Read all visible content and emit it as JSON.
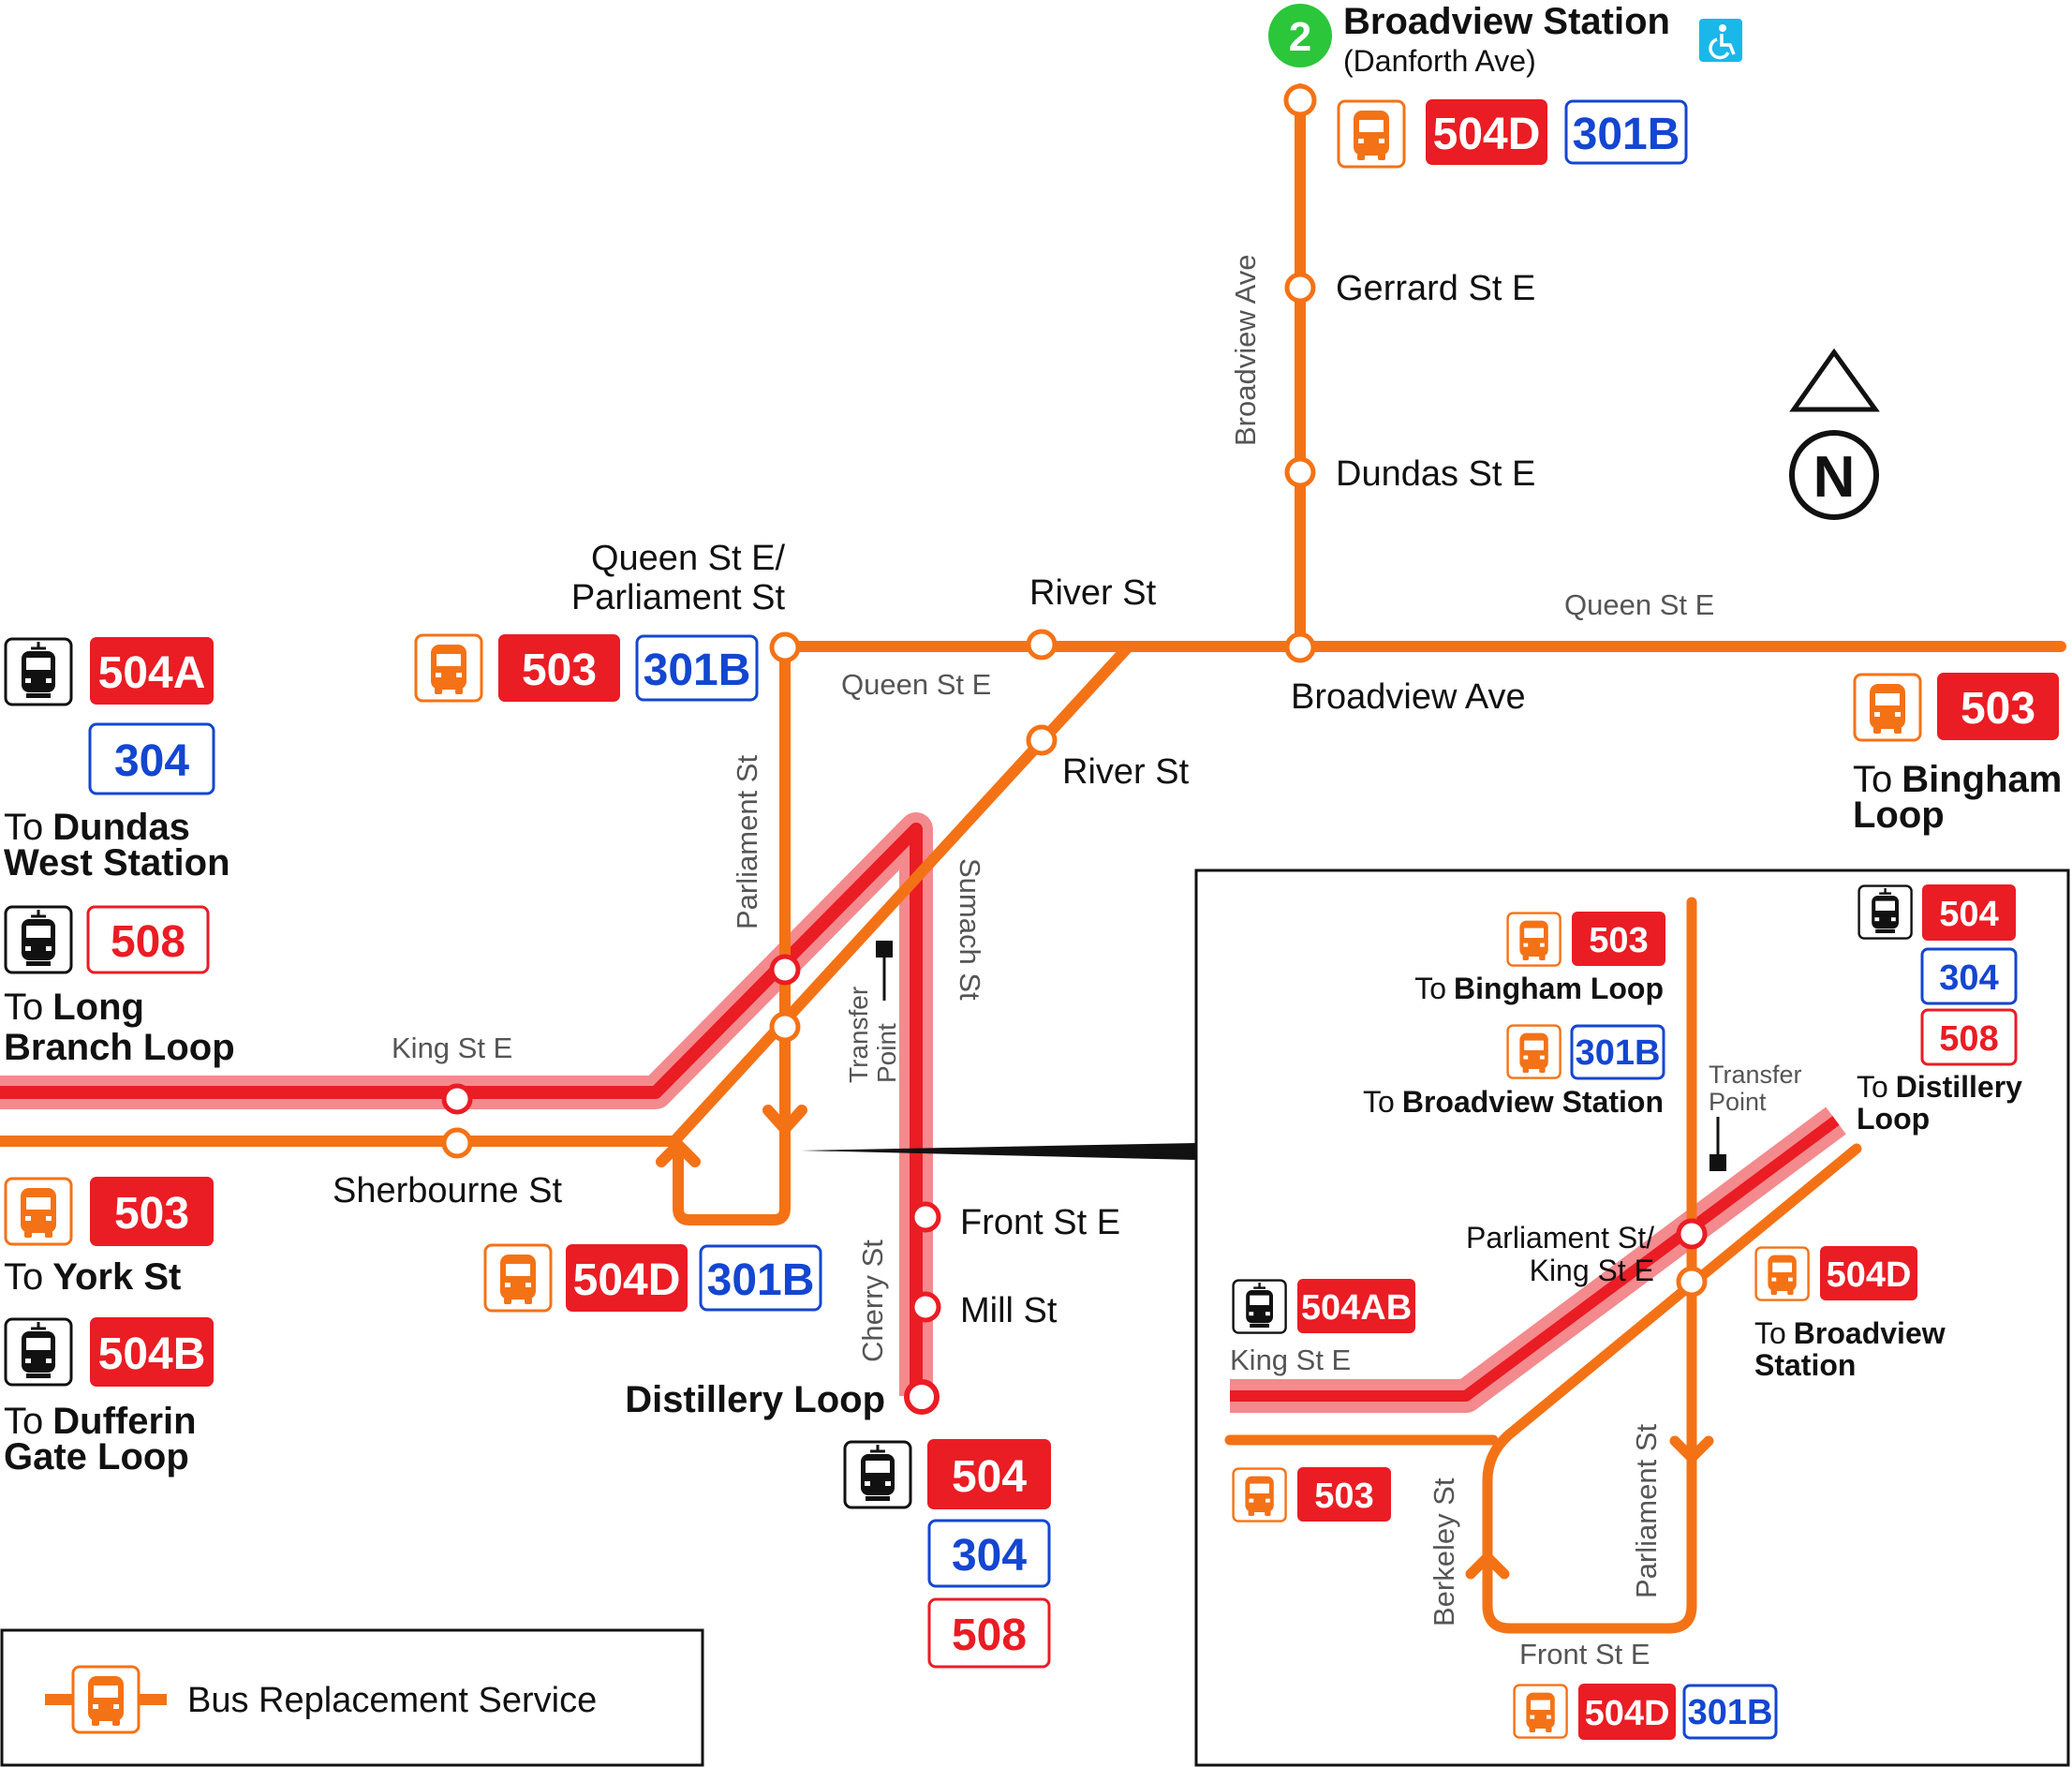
{
  "map": {
    "station": {
      "line_number": "2",
      "name": "Broadview Station",
      "sub": "(Danforth Ave)"
    },
    "streets": {
      "broadview_ave_v": "Broadview Ave",
      "queen_st_e_right": "Queen St E",
      "queen_st_e_mid": "Queen St E",
      "parliament_st": "Parliament St",
      "sumach_st": "Sumach St",
      "cherry_st": "Cherry St",
      "king_st_e": "King St E"
    },
    "stops": {
      "gerrard": "Gerrard St E",
      "dundas": "Dundas St E",
      "queen_parliament_1": "Queen St E/",
      "queen_parliament_2": "Parliament St",
      "river_upper": "River St",
      "river_lower": "River St",
      "broadview_ave": "Broadview Ave",
      "sherbourne": "Sherbourne St",
      "front": "Front St E",
      "mill": "Mill St",
      "distillery_loop": "Distillery Loop"
    },
    "transfer_point": [
      "Transfer",
      "Point"
    ],
    "routes": {
      "r504d": "504D",
      "r301b": "301B",
      "r503": "503",
      "r504a": "504A",
      "r304": "304",
      "r508": "508",
      "r504b": "504B",
      "r504": "504",
      "r504ab": "504AB"
    },
    "destinations": {
      "dundas_west_to": "To",
      "dundas_west_1": "Dundas",
      "dundas_west_2": "West Station",
      "long_branch_to": "To",
      "long_branch_1": "Long",
      "long_branch_2": "Branch Loop",
      "york_to": "To",
      "york_1": "York St",
      "dufferin_to": "To",
      "dufferin_1": "Dufferin",
      "dufferin_2": "Gate Loop",
      "bingham_to": "To",
      "bingham_1": "Bingham",
      "bingham_2": "Loop"
    },
    "compass": "N",
    "legend": "Bus Replacement Service"
  },
  "inset": {
    "to": "To",
    "bingham": "Bingham Loop",
    "broadview_station": "Broadview Station",
    "distillery_1": "Distillery",
    "distillery_2": "Loop",
    "broadview_1": "Broadview",
    "broadview_2": "Station",
    "transfer_point": [
      "Transfer",
      "Point"
    ],
    "parliament_king_1": "Parliament St/",
    "parliament_king_2": "King St E",
    "king_st_e": "King St E",
    "berkeley_st": "Berkeley St",
    "parliament_st": "Parliament St",
    "front_st_e": "Front St E"
  },
  "colors": {
    "bus_orange": "#f47216",
    "streetcar_red": "#ea1c24",
    "streetcar_halo": "#f38a8e",
    "express_blue": "#1346d1",
    "subway_green": "#2bc63a",
    "accessible": "#1ab7ea"
  },
  "icons": {
    "bus": "bus-icon",
    "streetcar": "streetcar-icon",
    "accessible": "wheelchair-accessible-icon",
    "compass": "north-arrow-icon"
  }
}
